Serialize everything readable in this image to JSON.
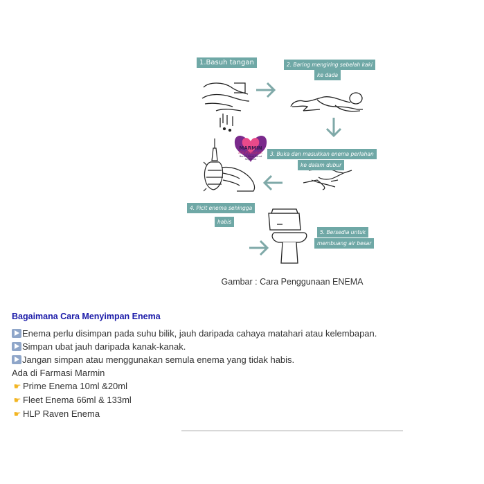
{
  "figure": {
    "steps": [
      {
        "label": "1.Basuh tangan"
      },
      {
        "label_line1": "2. Baring mengiring sebelah kaki",
        "label_line2": "ke dada"
      },
      {
        "label_line1": "3. Buka dan masukkan enema perlahan",
        "label_line2": "ke dalam dubur"
      },
      {
        "label_line1": "4. Picit enema sehingga",
        "label_line2": "habis"
      },
      {
        "label_line1": "5. Bersedia untuk",
        "label_line2": "membuang air besar"
      }
    ],
    "logo": {
      "brand": "MARMIN",
      "tagline": "It's Personal.",
      "subtag": "Bersih Sihat Sehat Sejahtera"
    },
    "colors": {
      "accent": "#6fa8a6",
      "logo_heart": "#7a2a8c"
    }
  },
  "caption": "Gambar : Cara Penggunaan ENEMA",
  "section": {
    "heading": "Bagaimana Cara Menyimpan Enema",
    "storage_tips": [
      "Enema perlu disimpan pada suhu bilik, jauh daripada cahaya matahari atau kelembapan.",
      "Simpan ubat jauh daripada kanak-kanak.",
      "Jangan simpan atau menggunakan semula enema yang tidak habis."
    ],
    "availability": "Ada di Farmasi Marmin",
    "products": [
      "Prime Enema 10ml &20ml",
      "Fleet Enema 66ml & 133ml",
      "HLP Raven Enema"
    ],
    "heading_color": "#1a1aa8"
  }
}
